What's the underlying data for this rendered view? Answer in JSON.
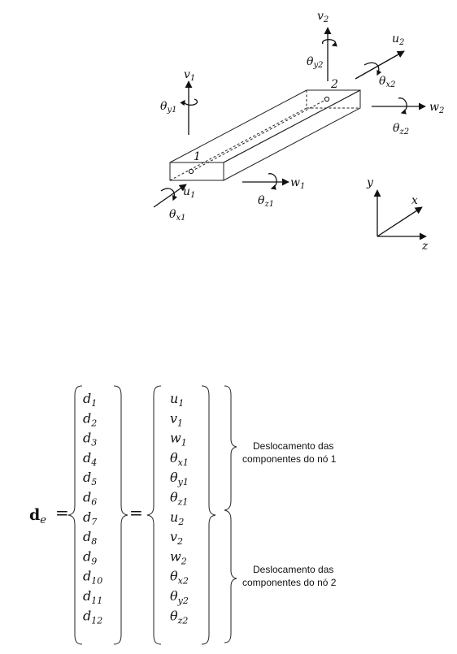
{
  "beam": {
    "node1_label": "1",
    "node2_label": "2"
  },
  "node1": {
    "v": {
      "sym": "v",
      "sub": "1"
    },
    "theta_y": {
      "sym": "θ",
      "sub": "y1"
    },
    "u": {
      "sym": "u",
      "sub": "1"
    },
    "theta_x": {
      "sym": "θ",
      "sub": "x1"
    },
    "w": {
      "sym": "w",
      "sub": "1"
    },
    "theta_z": {
      "sym": "θ",
      "sub": "z1"
    }
  },
  "node2": {
    "v": {
      "sym": "v",
      "sub": "2"
    },
    "theta_y": {
      "sym": "θ",
      "sub": "y2"
    },
    "u": {
      "sym": "u",
      "sub": "2"
    },
    "theta_x": {
      "sym": "θ",
      "sub": "x2"
    },
    "w": {
      "sym": "w",
      "sub": "2"
    },
    "theta_z": {
      "sym": "θ",
      "sub": "z2"
    }
  },
  "axes": {
    "y": "y",
    "x": "x",
    "z": "z"
  },
  "equation": {
    "lhs": {
      "sym": "d",
      "sub": "e"
    },
    "equals": "=",
    "d_vector": [
      {
        "sym": "d",
        "sub": "1"
      },
      {
        "sym": "d",
        "sub": "2"
      },
      {
        "sym": "d",
        "sub": "3"
      },
      {
        "sym": "d",
        "sub": "4"
      },
      {
        "sym": "d",
        "sub": "5"
      },
      {
        "sym": "d",
        "sub": "6"
      },
      {
        "sym": "d",
        "sub": "7"
      },
      {
        "sym": "d",
        "sub": "8"
      },
      {
        "sym": "d",
        "sub": "9"
      },
      {
        "sym": "d",
        "sub": "10"
      },
      {
        "sym": "d",
        "sub": "11"
      },
      {
        "sym": "d",
        "sub": "12"
      }
    ],
    "dof_vector": [
      {
        "sym": "u",
        "sub": "1"
      },
      {
        "sym": "v",
        "sub": "1"
      },
      {
        "sym": "w",
        "sub": "1"
      },
      {
        "sym": "θ",
        "sub": "x1"
      },
      {
        "sym": "θ",
        "sub": "y1"
      },
      {
        "sym": "θ",
        "sub": "z1"
      },
      {
        "sym": "u",
        "sub": "2"
      },
      {
        "sym": "v",
        "sub": "2"
      },
      {
        "sym": "w",
        "sub": "2"
      },
      {
        "sym": "θ",
        "sub": "x2"
      },
      {
        "sym": "θ",
        "sub": "y2"
      },
      {
        "sym": "θ",
        "sub": "z2"
      }
    ],
    "note1": [
      "Deslocamento das",
      "componentes do nó 1"
    ],
    "note2": [
      "Deslocamento das",
      "componentes do nó 2"
    ]
  }
}
